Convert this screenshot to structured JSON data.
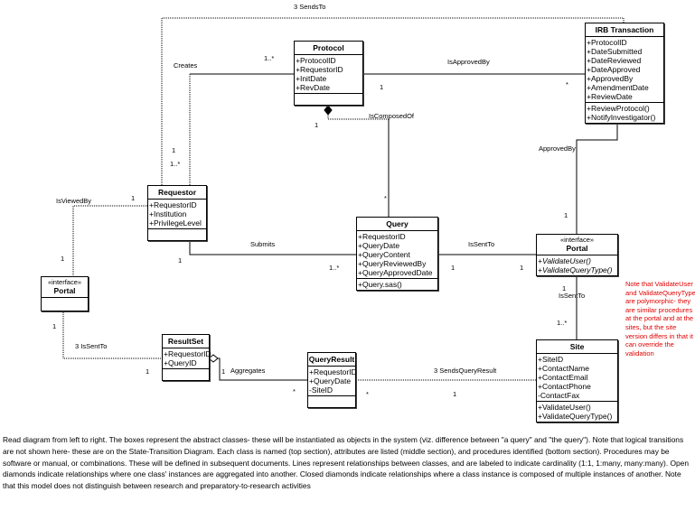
{
  "classes": {
    "protocol": {
      "name": "Protocol",
      "attributes": [
        "+ProtocolID",
        "+RequestorID",
        "+InitDate",
        "+RevDate"
      ],
      "operations": []
    },
    "irb": {
      "name": "IRB Transaction",
      "attributes": [
        "+ProtocolID",
        "+DateSubmitted",
        "+DateReviewed",
        "+DateApproved",
        "+ApprovedBy",
        "+AmendmentDate",
        "+ReviewDate"
      ],
      "operations": [
        "+ReviewProtocol()",
        "+NotifyInvestigator()"
      ]
    },
    "requestor": {
      "name": "Requestor",
      "attributes": [
        "+RequestorID",
        "+Institution",
        "+PrivilegeLevel"
      ],
      "operations": []
    },
    "query": {
      "name": "Query",
      "attributes": [
        "+RequestorID",
        "+QueryDate",
        "+QueryContent",
        "+QueryReviewedBy",
        "+QueryApprovedDate"
      ],
      "operations": [
        "+Query.sas()"
      ]
    },
    "portal_right": {
      "stereotype": "«interface»",
      "name": "Portal",
      "operations": [
        "+ValidateUser()",
        "+ValidateQueryType()"
      ]
    },
    "portal_left": {
      "stereotype": "«interface»",
      "name": "Portal"
    },
    "resultset": {
      "name": "ResultSet",
      "attributes": [
        "+RequestorID",
        "+QueryID"
      ]
    },
    "queryresult": {
      "name": "QueryResult",
      "attributes": [
        "+RequestorID",
        "+QueryDate",
        "-SiteID"
      ]
    },
    "site": {
      "name": "Site",
      "attributes": [
        "+SiteID",
        "+ContactName",
        "+ContactEmail",
        "+ContactPhone",
        "-ContactFax"
      ],
      "operations": [
        "+ValidateUser()",
        "+ValidateQueryType()"
      ]
    }
  },
  "associations": {
    "sends_to_top": "3 SendsTo",
    "creates": "Creates",
    "is_approved_by": "IsApprovedBy",
    "is_composed_of": "IsComposedOf",
    "approved_by": "ApprovedBy",
    "is_viewed_by": "IsViewedBy",
    "submits": "Submits",
    "query_is_sent_to": "IsSentTo",
    "portal_is_sent_to": "IsSentTo",
    "resultset_is_sent_to": "3 IsSentTo",
    "aggregates": "Aggregates",
    "sends_query_result": "3 SendsQueryResult"
  },
  "multiplicities": {
    "creates_protocol": "1..*",
    "creates_req_a": "1",
    "creates_req_b": "1..*",
    "approved_protocol": "1",
    "approved_irb": "*",
    "composed_protocol": "1",
    "composed_query": "*",
    "approvedby_portal": "1",
    "viewed_req": "1",
    "viewed_portal": "1",
    "submits_req": "1",
    "submits_query": "1..*",
    "sent_query": "1",
    "sent_portal": "1",
    "portal_site_a": "1",
    "portal_site_b": "1..*",
    "left_portal": "1",
    "left_resultset": "1",
    "agg_resultset": "1",
    "agg_queryresult": "*",
    "sqr_qr": "*",
    "sqr_site": "1"
  },
  "note": "Note that ValidateUser and ValidateQueryType are polymorphic- they are similar procedures at the portal and at the sites, but the site version differs in that it can override the validation",
  "description": "Read diagram from left to right.  The boxes represent the abstract classes- these will be instantiated as objects in the system (viz. difference between \"a query\" and \"the query\").  Note that logical transitions are not shown here- these are on the State-Transition Diagram.  Each class is named (top section), attributes are listed (middle section), and procedures identified (bottom section).  Procedures may be software or manual, or combinations.  These will be defined in subsequent documents.  Lines represent relationships between classes, and are labeled to indicate cardinality (1:1, 1:many, many:many).  Open diamonds indicate relationships where one class' instances are aggregated into another.  Closed diamonds indicate relationships where a class instance is composed of multiple instances of another.  Note that this model does not distinguish between research and preparatory-to-research activities",
  "colors": {
    "note": "#e00000",
    "lines": "#000000"
  }
}
